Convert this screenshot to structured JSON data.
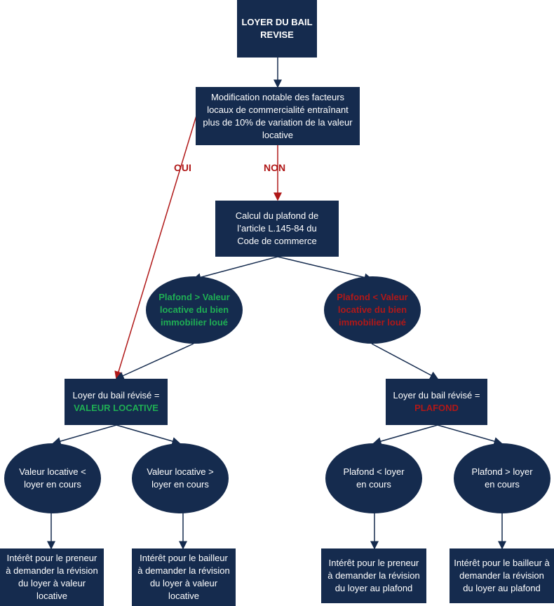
{
  "colors": {
    "node_fill": "#152b4e",
    "edge": "#152b4e",
    "accent_red": "#b01818",
    "accent_green": "#1fae54"
  },
  "nodes": {
    "root": "LOYER DU BAIL REVISE",
    "condition": "Modification notable des facteurs locaux de commercialité entraînant plus de 10% de variation de la valeur locative",
    "plafond_calc": "Calcul du plafond de l’article L.145-84 du Code de commerce",
    "plafond_gt": "Plafond > Valeur locative du bien immobilier loué",
    "plafond_lt": "Plafond < Valeur locative du bien immobilier loué",
    "result_vl_prefix": "Loyer du bail révisé =",
    "result_vl_value": "VALEUR LOCATIVE",
    "result_pl_prefix": "Loyer du bail révisé =",
    "result_pl_value": "PLAFOND",
    "vl_lt": "Valeur locative < loyer en cours",
    "vl_gt": "Valeur locative > loyer en cours",
    "pl_lt": "Plafond < loyer en cours",
    "pl_gt": "Plafond > loyer en cours",
    "out_1": "Intérêt pour le preneur à demander la révision du loyer à valeur locative",
    "out_2": "Intérêt pour le bailleur à demander la révision du loyer à valeur locative",
    "out_3": "Intérêt pour le preneur à demander la révision du loyer au plafond",
    "out_4": "Intérêt pour le bailleur à demander la révision du loyer au plafond"
  },
  "edge_labels": {
    "oui": "OUI",
    "non": "NON"
  }
}
